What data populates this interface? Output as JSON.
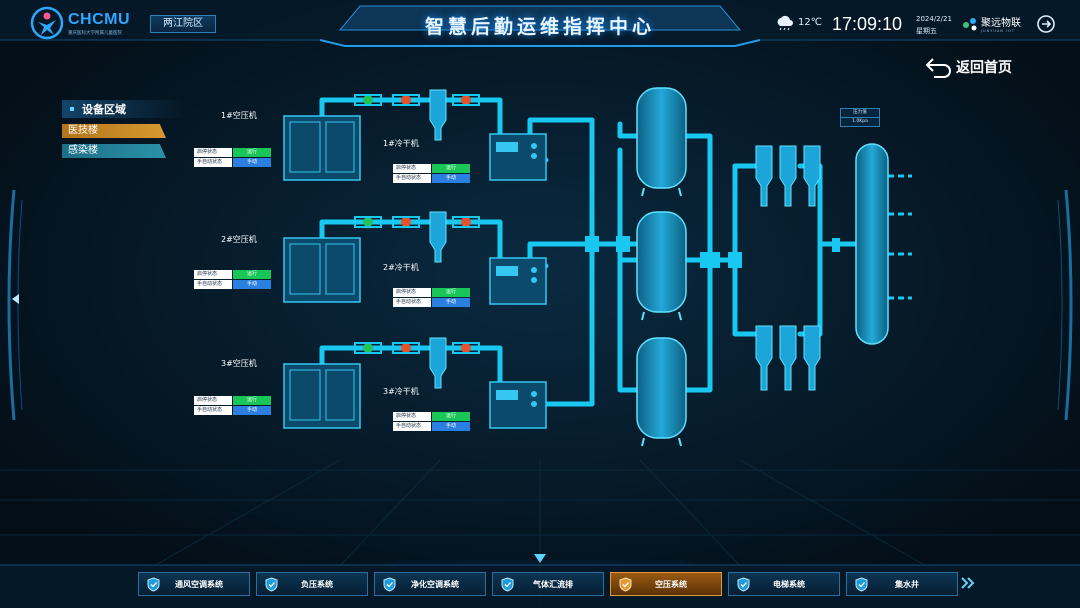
{
  "header": {
    "logo_text": "CHCMU",
    "logo_sub": "重庆医科大学附属儿童医院",
    "campus": "两江院区",
    "title": "智慧后勤运维指挥中心",
    "temperature": "12℃",
    "time": "17:09:10",
    "date": "2024/2/21",
    "weekday": "星期五",
    "brand_name": "聚远物联",
    "brand_sub": "JUNYUAN IOT"
  },
  "back_label": "返回首页",
  "area_panel": {
    "title": "设备区域",
    "items": [
      {
        "label": "医技楼",
        "active": true
      },
      {
        "label": "感染楼",
        "active": false
      }
    ]
  },
  "status_keys": {
    "run_state": "启停状态",
    "mode": "手自动状态"
  },
  "compressors": [
    {
      "name": "1#空压机",
      "run": "运行",
      "mode": "手动"
    },
    {
      "name": "2#空压机",
      "run": "运行",
      "mode": "手动"
    },
    {
      "name": "3#空压机",
      "run": "运行",
      "mode": "手动"
    }
  ],
  "dryers": [
    {
      "name": "1#冷干机",
      "run": "运行",
      "mode": "手动"
    },
    {
      "name": "2#冷干机",
      "run": "运行",
      "mode": "手动"
    },
    {
      "name": "3#冷干机",
      "run": "运行",
      "mode": "手动"
    }
  ],
  "pressure": {
    "label": "压力值",
    "value": "1.0Kpa"
  },
  "bottom_nav": [
    {
      "label": "通风空调系统",
      "active": false
    },
    {
      "label": "负压系统",
      "active": false
    },
    {
      "label": "净化空调系统",
      "active": false
    },
    {
      "label": "气体汇流排",
      "active": false
    },
    {
      "label": "空压系统",
      "active": true
    },
    {
      "label": "电梯系统",
      "active": false
    },
    {
      "label": "集水井",
      "active": false
    }
  ],
  "colors": {
    "pipe": "#19c8f0",
    "run": "#19c759",
    "manual": "#2a7fe0",
    "active_tab": "#e09a38"
  }
}
